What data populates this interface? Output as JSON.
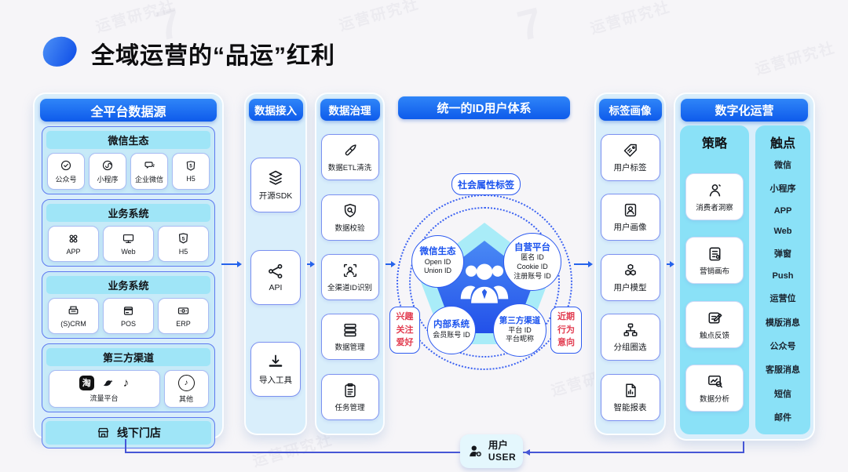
{
  "title": "全域运营的“品运”红利",
  "watermark": {
    "text": "运营研究社",
    "seven": "7"
  },
  "colors": {
    "accent_blue": "#1668f1",
    "panel_blue": "#d9eefb",
    "group_blue": "#c7eaf8",
    "cyan_bar": "#9fe5f7",
    "deep_cyan_panel": "#8ae1f7",
    "arrow_blue": "#2563eb",
    "route_blue": "#4656d6",
    "red_text": "#e23c50",
    "blue_text": "#1b53ee",
    "pentagon_cyan": "#a9ecf8",
    "pentagon_blue": "#2c63ec",
    "user_box": "#e4f7fd"
  },
  "datasource": {
    "header": "全平台数据源",
    "taobao_char": "淘",
    "groups": [
      {
        "header": "微信生态",
        "items": [
          {
            "label": "公众号",
            "icon": "badge-check-icon"
          },
          {
            "label": "小程序",
            "icon": "miniprogram-icon"
          },
          {
            "label": "企业微信",
            "icon": "chat-bubble-icon"
          },
          {
            "label": "H5",
            "icon": "h5-shield-icon"
          }
        ]
      },
      {
        "header": "业务系统",
        "items": [
          {
            "label": "APP",
            "icon": "app-grid-icon"
          },
          {
            "label": "Web",
            "icon": "monitor-icon"
          },
          {
            "label": "H5",
            "icon": "h5-shield-icon"
          }
        ]
      },
      {
        "header": "业务系统",
        "items": [
          {
            "label": "(S)CRM",
            "icon": "crm-cabinet-icon"
          },
          {
            "label": "POS",
            "icon": "pos-card-icon"
          },
          {
            "label": "ERP",
            "icon": "banknote-icon"
          }
        ]
      },
      {
        "header": "第三方渠道",
        "items": [
          {
            "label": "流量平台",
            "icons": [
              "taobao-icon",
              "bird-icon",
              "music-note-icon"
            ]
          },
          {
            "label": "其他",
            "icon": "music-circle-icon"
          }
        ]
      },
      {
        "header": "线下门店",
        "icon": "store-icon"
      }
    ]
  },
  "access": {
    "header": "数据接入",
    "items": [
      {
        "label": "开源SDK",
        "icon": "layers-icon"
      },
      {
        "label": "API",
        "icon": "share-nodes-icon"
      },
      {
        "label": "导入工具",
        "icon": "import-icon"
      }
    ]
  },
  "governance": {
    "header": "数据治理",
    "items": [
      {
        "label": "数据ETL清洗",
        "icon": "brush-icon"
      },
      {
        "label": "数据校验",
        "icon": "shield-search-icon"
      },
      {
        "label": "全渠道ID识别",
        "icon": "id-scan-icon"
      },
      {
        "label": "数据管理",
        "icon": "server-stack-icon"
      },
      {
        "label": "任务管理",
        "icon": "clipboard-icon"
      }
    ]
  },
  "id_system": {
    "header": "统一的ID用户体系",
    "top_tag": "社会属性标签",
    "left_tag": {
      "l1": "兴趣",
      "l2": "关注",
      "l3": "爱好"
    },
    "right_tag": {
      "l1": "近期",
      "l2": "行为",
      "l3": "意向"
    },
    "wechat": {
      "title": "微信生态",
      "line1": "Open ID",
      "line2": "Union ID"
    },
    "selfop": {
      "title": "自营平台",
      "line1": "匿名 ID",
      "line2": "Cookie ID",
      "line3": "注册账号 ID"
    },
    "internal": {
      "title": "内部系统",
      "line1": "会员账号 ID"
    },
    "thirdparty": {
      "title": "第三方渠道",
      "line1": "平台 ID",
      "line2": "平台昵称"
    }
  },
  "tagging": {
    "header": "标签画像",
    "items": [
      {
        "label": "用户标签",
        "icon": "tag-icon"
      },
      {
        "label": "用户画像",
        "icon": "portrait-icon"
      },
      {
        "label": "用户模型",
        "icon": "cubes-icon"
      },
      {
        "label": "分组圈选",
        "icon": "org-chart-icon"
      },
      {
        "label": "智能报表",
        "icon": "report-icon"
      }
    ]
  },
  "digital": {
    "header": "数字化运营",
    "strategy": {
      "header": "策略",
      "items": [
        {
          "label": "消费者洞察",
          "icon": "person-insight-icon"
        },
        {
          "label": "营销画布",
          "icon": "canvas-icon"
        },
        {
          "label": "触点反馈",
          "icon": "feedback-pen-icon"
        },
        {
          "label": "数据分析",
          "icon": "chart-search-icon"
        }
      ]
    },
    "touch": {
      "header": "触点",
      "items": [
        "微信",
        "小程序",
        "APP",
        "Web",
        "弹窗",
        "Push",
        "运营位",
        "模版消息",
        "公众号",
        "客服消息",
        "短信",
        "邮件"
      ]
    }
  },
  "footer": {
    "user_cn": "用户",
    "user_en": "USER"
  }
}
